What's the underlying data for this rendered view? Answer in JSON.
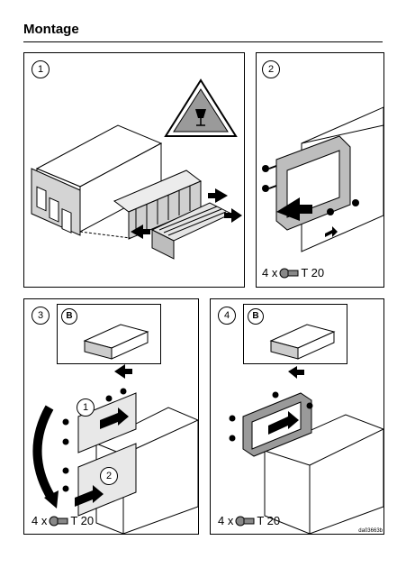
{
  "page": {
    "title": "Montage",
    "doc_id": "da03663b"
  },
  "panels": [
    {
      "step": "1"
    },
    {
      "step": "2",
      "screw_count": "4 x",
      "screw_type": "T 20"
    },
    {
      "step": "3",
      "detail_letter": "B",
      "sub_step_1": "1",
      "sub_step_2": "2",
      "screw_count": "4 x",
      "screw_type": "T 20"
    },
    {
      "step": "4",
      "detail_letter": "B",
      "screw_count": "4 x",
      "screw_type": "T 20"
    }
  ],
  "icons": [
    "fragile-warning-icon",
    "screw-icon",
    "arrow-icon"
  ]
}
